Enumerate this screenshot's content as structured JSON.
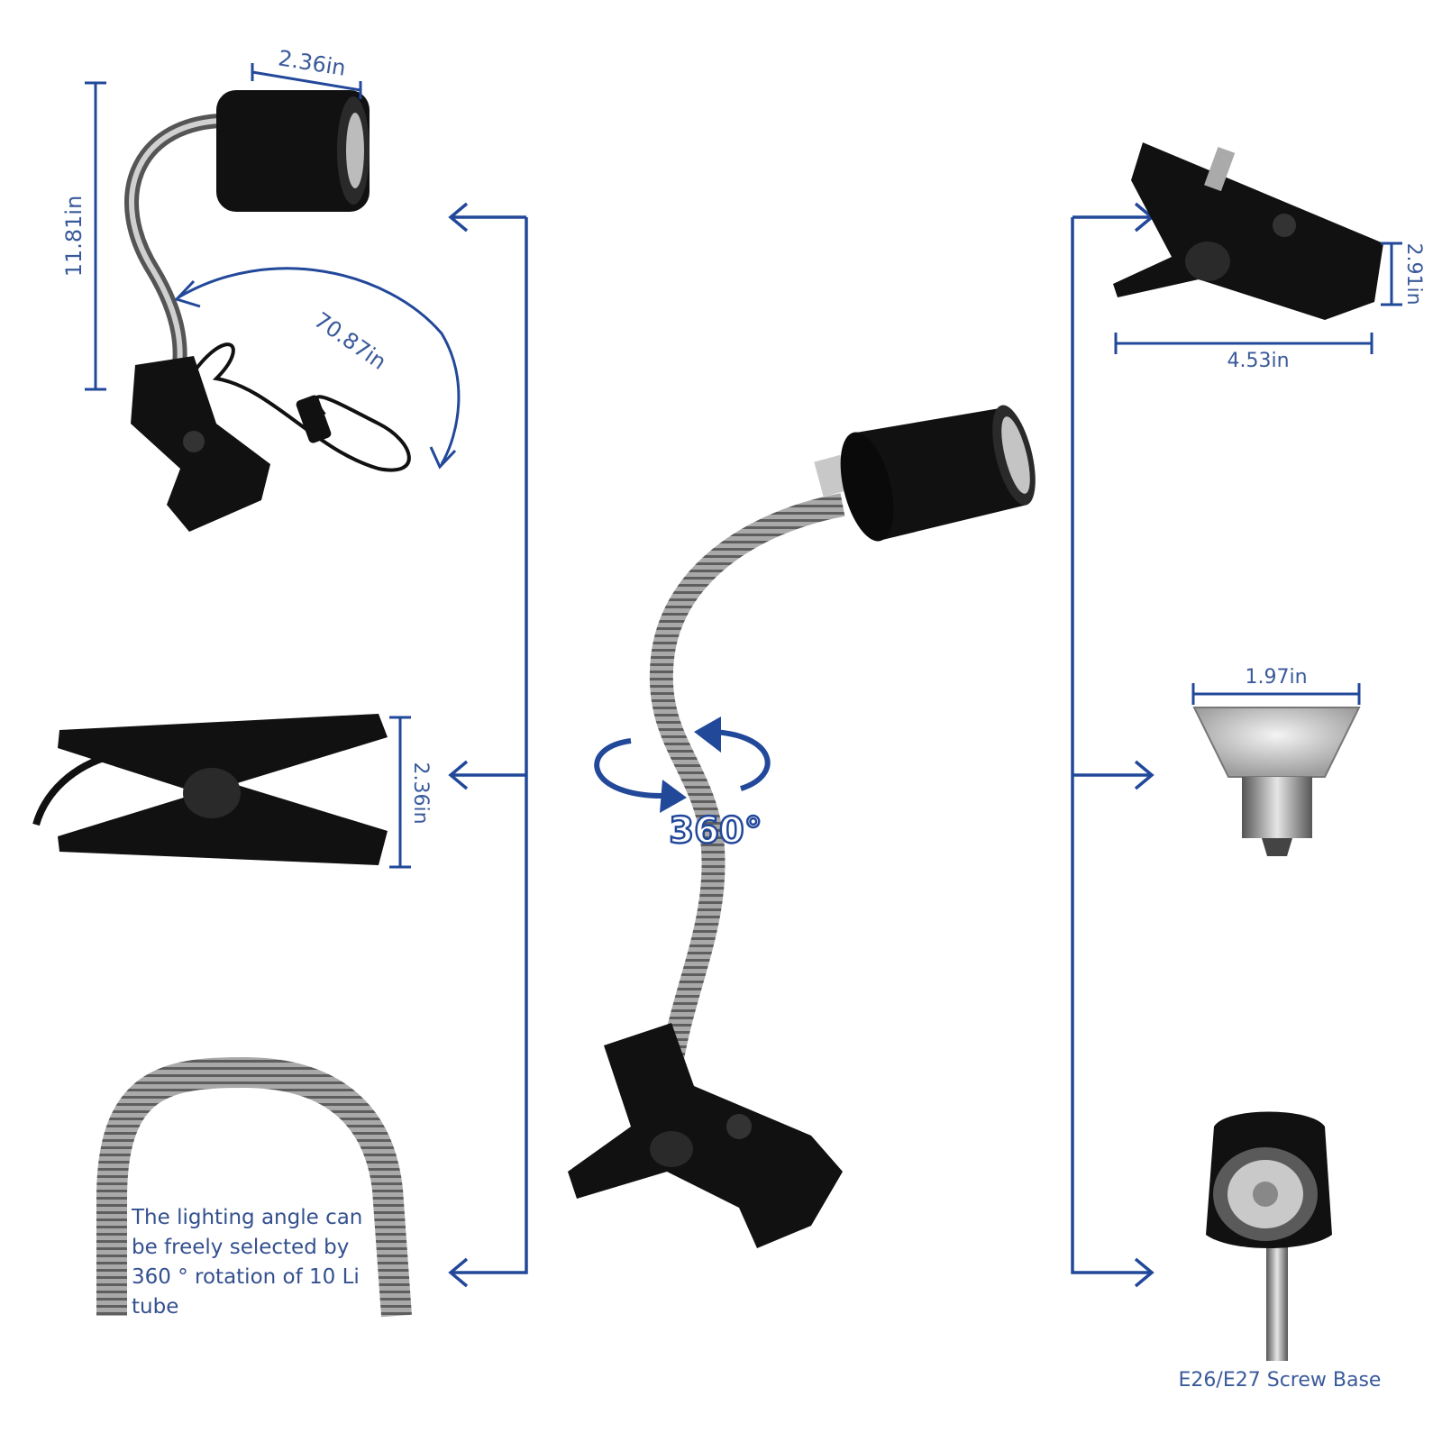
{
  "colors": {
    "accent": "#22489a",
    "label": "#3a5a9a",
    "product": "#111111",
    "metal": "#9a9a9a"
  },
  "dimensions": {
    "shade_width": "2.36in",
    "total_height": "11.81in",
    "cable_length": "70.87in",
    "clip_height": "2.91in",
    "clip_length": "4.53in",
    "bulb_width": "1.97in",
    "clip_side_height": "2.36in"
  },
  "rotation_label": "360°",
  "gooseneck_note": "The lighting angle can be freely selected by 360 ° rotation of 10 Li tube",
  "screw_base_label": "E26/E27 Screw Base",
  "icons": [
    "lamp-shade-icon",
    "gooseneck-icon",
    "clamp-clip-icon",
    "bulb-icon",
    "socket-icon",
    "rotation-arrow-icon"
  ]
}
